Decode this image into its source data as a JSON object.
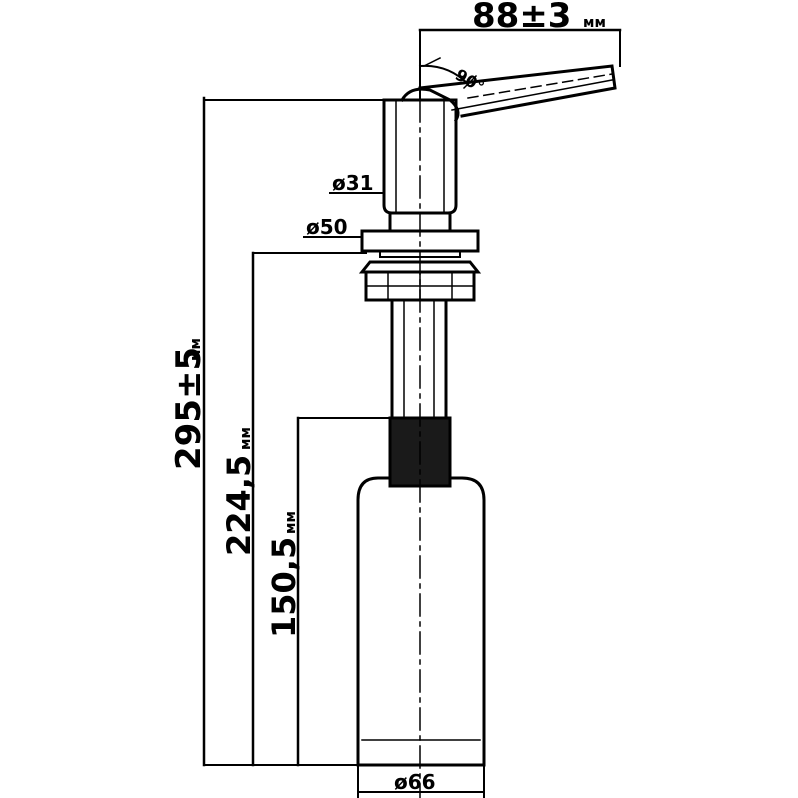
{
  "drawing": {
    "subject": "soap-dispenser",
    "dimensions": {
      "spout_length": {
        "value": "88±3",
        "unit": "мм"
      },
      "spout_angle": {
        "value": "90°"
      },
      "head_diameter": {
        "value": "ø31"
      },
      "flange_diameter": {
        "value": "ø50"
      },
      "total_height": {
        "value": "295±5",
        "unit": "мм"
      },
      "height_under_counter": {
        "value": "224,5",
        "unit": "мм"
      },
      "bottle_height": {
        "value": "150,5",
        "unit": "мм"
      },
      "bottle_diameter": {
        "value": "ø66"
      }
    },
    "colors": {
      "line": "#000000",
      "background": "#ffffff",
      "thread": "#1a1a1a"
    }
  }
}
